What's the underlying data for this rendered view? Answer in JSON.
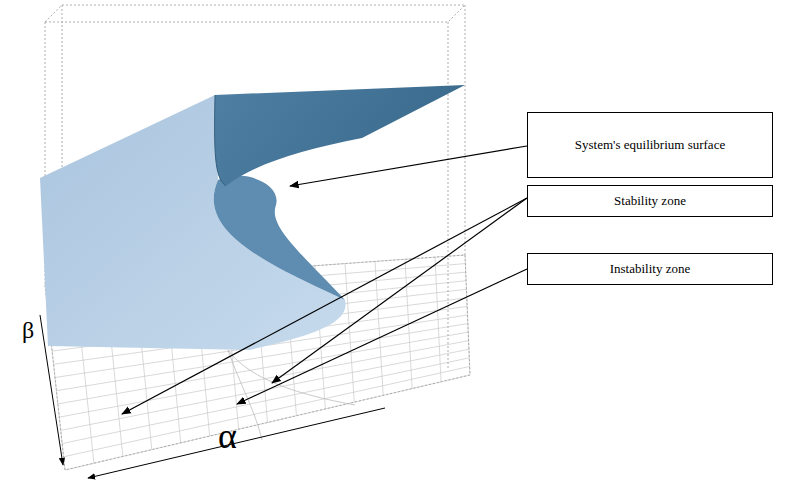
{
  "diagram": {
    "nodes": [
      {
        "text": [
          "System's equilibrium surface"
        ]
      },
      {
        "text": [
          "Stability zone"
        ]
      },
      {
        "text": [
          "Instability zone"
        ]
      }
    ],
    "labels": [
      "β",
      "α"
    ]
  }
}
